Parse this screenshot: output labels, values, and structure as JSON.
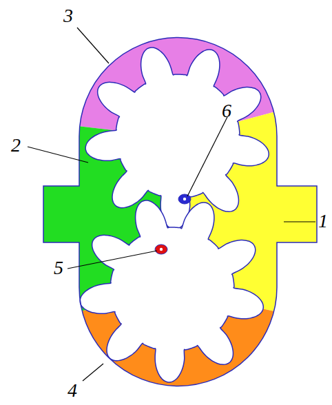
{
  "diagram": {
    "labels": [
      "3",
      "6",
      "2",
      "1",
      "5",
      "4"
    ]
  }
}
